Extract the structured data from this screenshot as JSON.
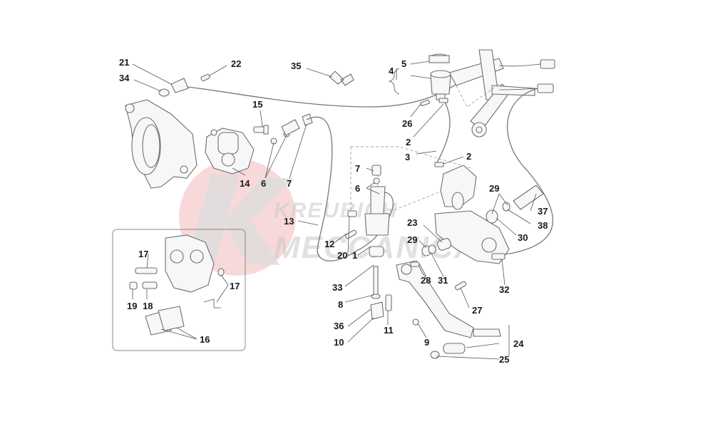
{
  "watermark": {
    "line1": "KREUBICH",
    "line2": "MECCANICA",
    "logo_color": "#e8a0a0"
  },
  "callouts": [
    {
      "id": "c21",
      "text": "21"
    },
    {
      "id": "c22",
      "text": "22"
    },
    {
      "id": "c34",
      "text": "34"
    },
    {
      "id": "c35",
      "text": "35"
    },
    {
      "id": "c5",
      "text": "5"
    },
    {
      "id": "c4",
      "text": "4"
    },
    {
      "id": "c15",
      "text": "15"
    },
    {
      "id": "c26",
      "text": "26"
    },
    {
      "id": "c2a",
      "text": "2"
    },
    {
      "id": "c3",
      "text": "3"
    },
    {
      "id": "c2b",
      "text": "2"
    },
    {
      "id": "c14",
      "text": "14"
    },
    {
      "id": "c6a",
      "text": "6"
    },
    {
      "id": "c7a",
      "text": "7"
    },
    {
      "id": "c7b",
      "text": "7"
    },
    {
      "id": "c6b",
      "text": "6"
    },
    {
      "id": "c29a",
      "text": "29"
    },
    {
      "id": "c37",
      "text": "37"
    },
    {
      "id": "c38",
      "text": "38"
    },
    {
      "id": "c13",
      "text": "13"
    },
    {
      "id": "c23",
      "text": "23"
    },
    {
      "id": "c30",
      "text": "30"
    },
    {
      "id": "c29b",
      "text": "29"
    },
    {
      "id": "c12",
      "text": "12"
    },
    {
      "id": "c20",
      "text": "20"
    },
    {
      "id": "c1",
      "text": "1"
    },
    {
      "id": "c17a",
      "text": "17"
    },
    {
      "id": "c17b",
      "text": "17"
    },
    {
      "id": "c19",
      "text": "19"
    },
    {
      "id": "c18",
      "text": "18"
    },
    {
      "id": "c33",
      "text": "33"
    },
    {
      "id": "c28",
      "text": "28"
    },
    {
      "id": "c31",
      "text": "31"
    },
    {
      "id": "c32",
      "text": "32"
    },
    {
      "id": "c8",
      "text": "8"
    },
    {
      "id": "c27",
      "text": "27"
    },
    {
      "id": "c36",
      "text": "36"
    },
    {
      "id": "c11",
      "text": "11"
    },
    {
      "id": "c16",
      "text": "16"
    },
    {
      "id": "c10",
      "text": "10"
    },
    {
      "id": "c9",
      "text": "9"
    },
    {
      "id": "c24",
      "text": "24"
    },
    {
      "id": "c25",
      "text": "25"
    }
  ]
}
